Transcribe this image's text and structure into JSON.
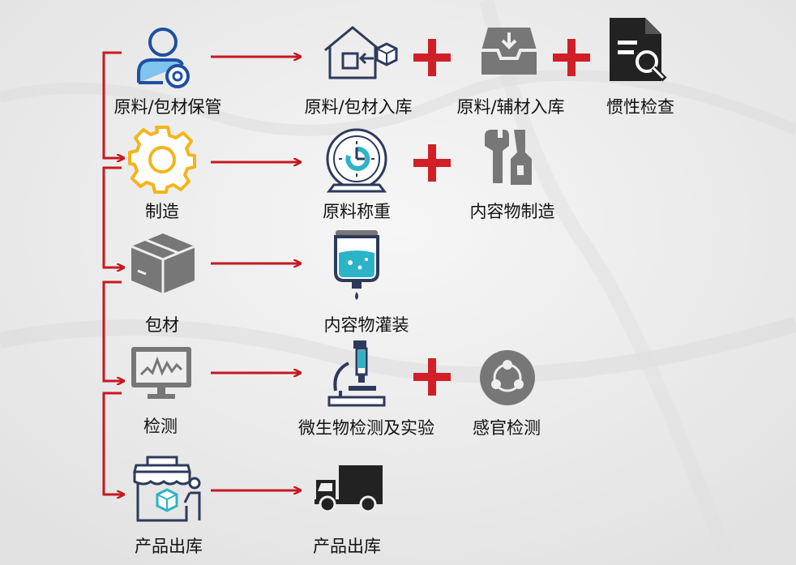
{
  "rows": [
    {
      "stage": "原料/包材保管",
      "steps": [
        "原料/包材入库",
        "原料/辅材入库",
        "惯性检查"
      ]
    },
    {
      "stage": "制造",
      "steps": [
        "原料称重",
        "内容物制造"
      ]
    },
    {
      "stage": "包材",
      "steps": [
        "内容物灌装"
      ]
    },
    {
      "stage": "检测",
      "steps": [
        "微生物检测及实验",
        "感官检测"
      ]
    },
    {
      "stage": "产品出库",
      "steps": [
        "产品出库"
      ]
    }
  ],
  "colors": {
    "arrow": "#c8181e",
    "plus": "#d01f26",
    "icon_dark": "#222222",
    "icon_gray": "#777777",
    "icon_navy": "#2d3a5c",
    "icon_blue": "#1e4fa3",
    "icon_lightblue": "#7ec4ef",
    "icon_yellow": "#f5b419",
    "icon_teal": "#2bb3c8"
  }
}
